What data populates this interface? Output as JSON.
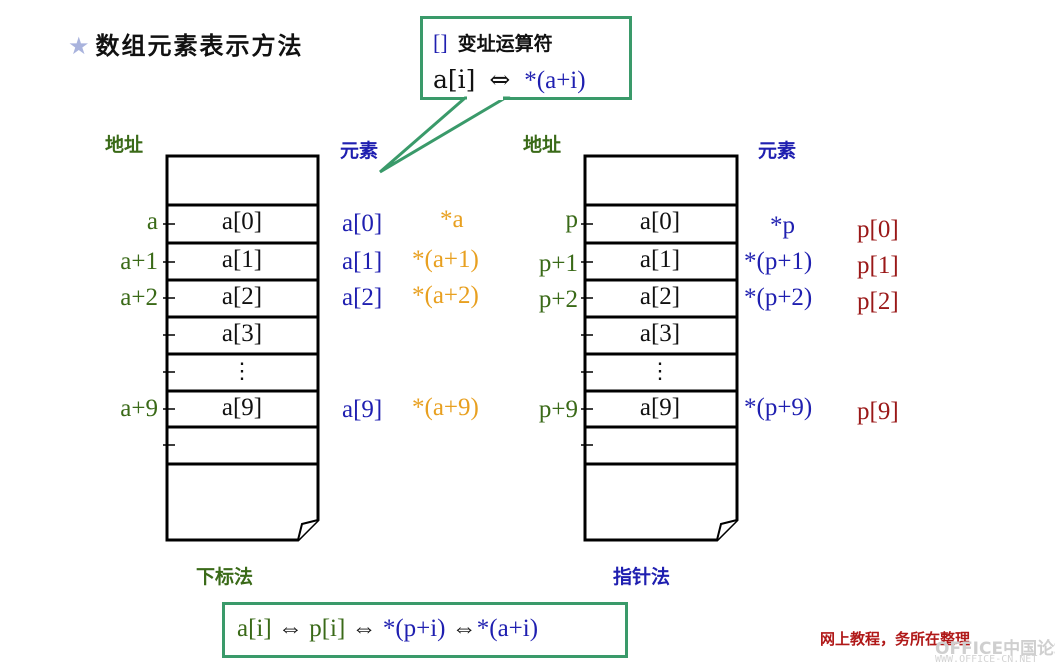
{
  "title": {
    "star": "★",
    "text": "数组元素表示方法"
  },
  "callout": {
    "bracket": "[]",
    "label": "变址运算符",
    "expr_left": "a[i]",
    "arrow": "⇔",
    "expr_right": "*(a+i)"
  },
  "left": {
    "address_header": "地址",
    "element_header": "元素",
    "caption": "下标法",
    "addresses": [
      "a",
      "a+1",
      "a+2",
      "a+9"
    ],
    "cells": [
      "a[0]",
      "a[1]",
      "a[2]",
      "a[3]",
      "⋮",
      "a[9]"
    ],
    "elements_subscript": [
      "a[0]",
      "a[1]",
      "a[2]",
      "a[9]"
    ],
    "elements_pointer": [
      "*a",
      "*(a+1)",
      "*(a+2)",
      "*(a+9)"
    ]
  },
  "right": {
    "address_header": "地址",
    "element_header": "元素",
    "caption": "指针法",
    "addresses": [
      "p",
      "p+1",
      "p+2",
      "p+9"
    ],
    "cells": [
      "a[0]",
      "a[1]",
      "a[2]",
      "a[3]",
      "⋮",
      "a[9]"
    ],
    "elements_pointer": [
      "*p",
      "*(p+1)",
      "*(p+2)",
      "*(p+9)"
    ],
    "elements_subscript": [
      "p[0]",
      "p[1]",
      "p[2]",
      "p[9]"
    ]
  },
  "formula": {
    "t1": "a[i]",
    "a1": "⇔",
    "t2": "p[i]",
    "a2": "⇔",
    "t3": "*(p+i)",
    "a3": "⇔",
    "t4": "*(a+i)"
  },
  "credit": "网上教程，务所在整理",
  "watermark": {
    "line1": "OFFICE中国论坛",
    "line2": "WWW.OFFICE-CN.NET"
  },
  "colors": {
    "address": "#3a6a18",
    "element": "#1f1fb0",
    "pointer_left": "#e8a020",
    "pointer_right": "#1f1fb0",
    "p_subscript": "#9a1818",
    "frame": "#3a9a6a"
  }
}
